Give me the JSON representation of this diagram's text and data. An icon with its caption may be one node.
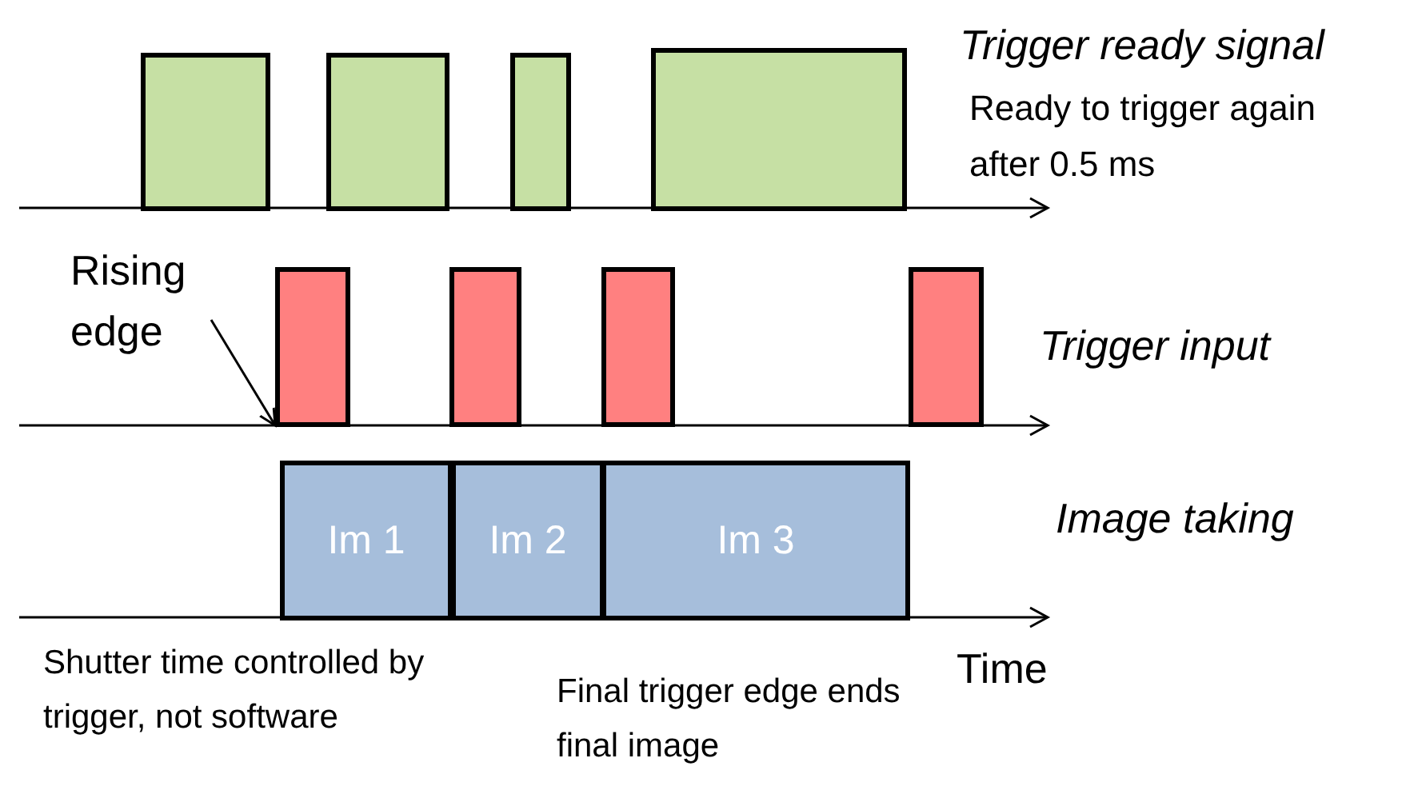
{
  "diagram": {
    "nodes": [
      {
        "text": [],
        "shape": "box"
      },
      {
        "text": [],
        "shape": "box"
      },
      {
        "text": [],
        "shape": "box"
      },
      {
        "text": [],
        "shape": "box"
      },
      {
        "text": [
          "Rising edge"
        ]
      },
      {
        "text": [],
        "shape": "box"
      },
      {
        "text": [],
        "shape": "box"
      },
      {
        "text": [],
        "shape": "box"
      },
      {
        "text": [],
        "shape": "box"
      },
      {
        "text": [
          "Im 1"
        ]
      },
      {
        "text": [
          "Im 2"
        ]
      },
      {
        "text": [
          "Im 3"
        ]
      }
    ],
    "edges": [
      {
        "from": 4,
        "to": 5,
        "arrow": "to"
      }
    ],
    "labels": [
      "Trigger ready signal",
      "Ready to trigger again after 0.5 ms",
      "Trigger input",
      "Image taking",
      "Time",
      "Shutter time controlled by trigger, not software",
      "Final trigger edge ends final image"
    ]
  }
}
